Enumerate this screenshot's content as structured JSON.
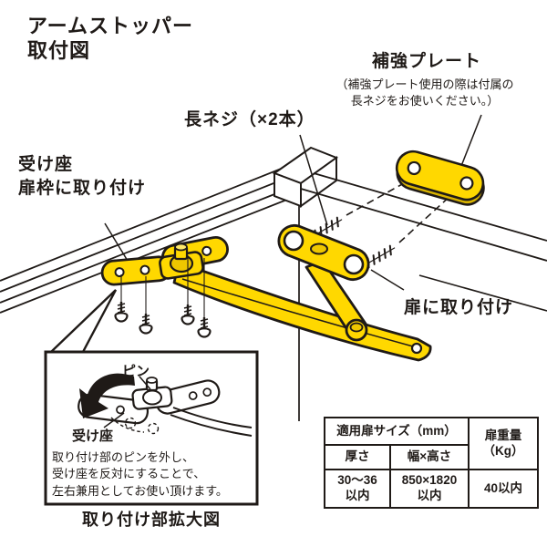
{
  "title": {
    "line1": "アームストッパー",
    "line2": "取付図"
  },
  "callouts": {
    "reinforcement_plate": {
      "label": "補強プレート",
      "note_line1": "（補強プレート使用の際は付属の",
      "note_line2": "長ネジをお使いください。）"
    },
    "long_screws": {
      "label": "長ネジ（×2本）"
    },
    "receiver": {
      "line1": "受け座",
      "line2": "扉枠に取り付け"
    },
    "door": {
      "label": "扉に取り付け"
    }
  },
  "inset": {
    "pin_label": "ピン",
    "receiver_label": "受け座",
    "note_line1": "取り付け部のピンを外し、",
    "note_line2": "受け座を反対にすることで、",
    "note_line3": "左右兼用としてお使い頂けます。",
    "caption": "取り付け部拡大図"
  },
  "spec_table": {
    "size_header": "適用扉サイズ（mm）",
    "weight_line1": "扉重量",
    "weight_line2": "（Kg）",
    "thickness_header": "厚さ",
    "wh_header": "幅×高さ",
    "thickness_value_line1": "30〜36",
    "thickness_value_line2": "以内",
    "wh_value_line1": "850×1820",
    "wh_value_line2": "以内",
    "weight_value": "40以内"
  },
  "colors": {
    "part_yellow": "#ffd800",
    "part_yellow_dark": "#eec700",
    "line": "#1f1a17"
  }
}
